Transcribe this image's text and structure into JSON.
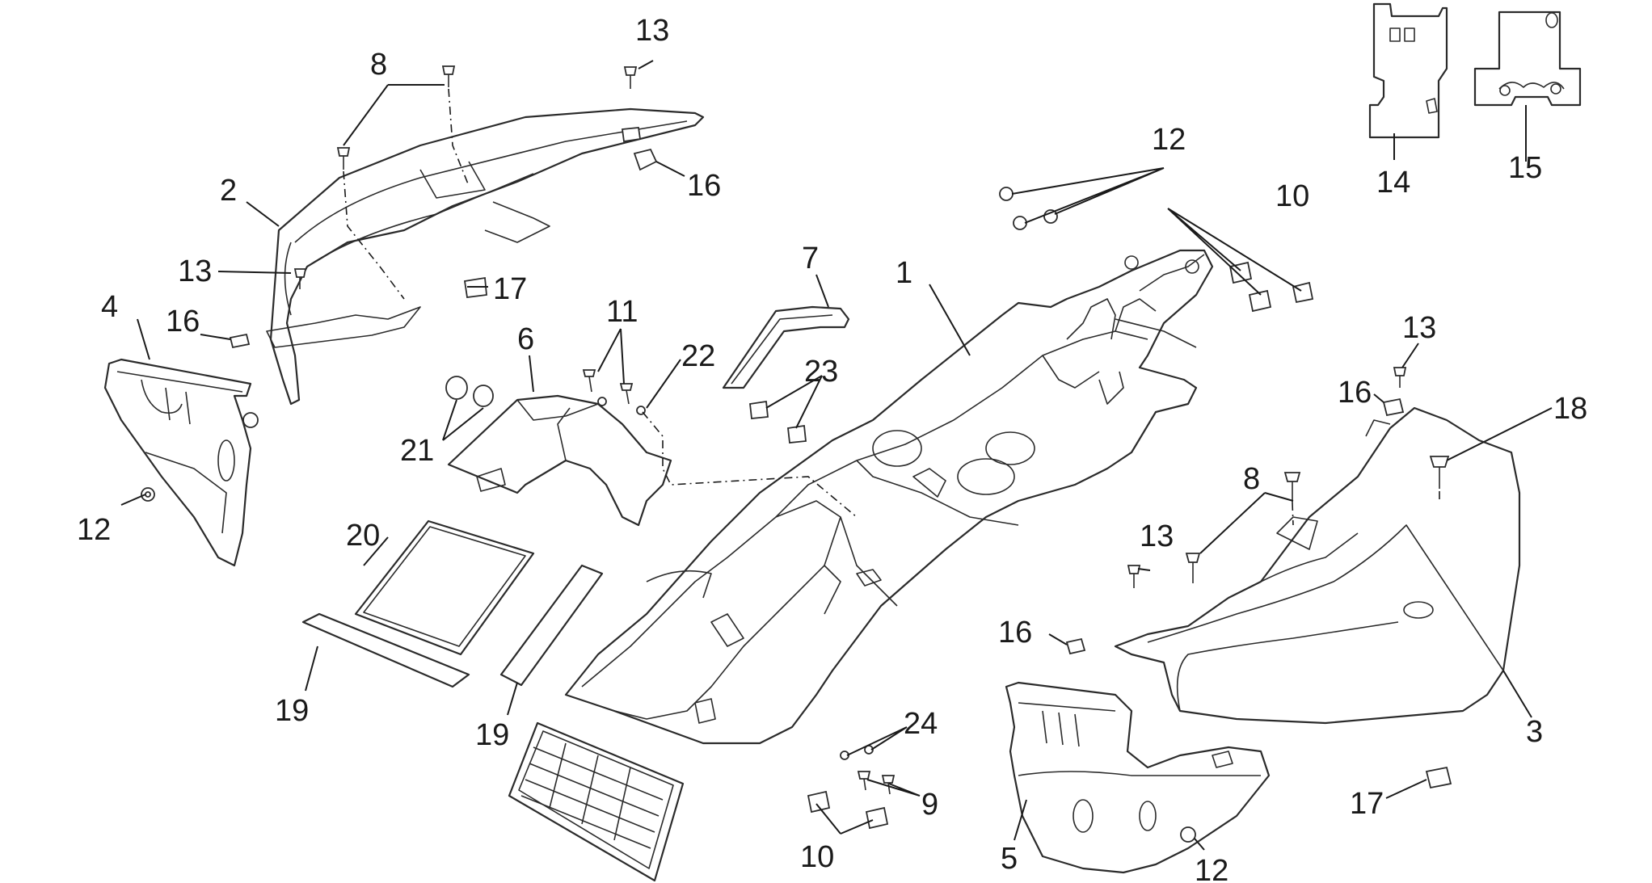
{
  "callouts": {
    "c1": "1",
    "c2": "2",
    "c3": "3",
    "c4": "4",
    "c5": "5",
    "c6": "6",
    "c7": "7",
    "c8a": "8",
    "c8b": "8",
    "c9": "9",
    "c10a": "10",
    "c10b": "10",
    "c11": "11",
    "c12a": "12",
    "c12b": "12",
    "c12c": "12",
    "c13a": "13",
    "c13b": "13",
    "c13c": "13",
    "c13d": "13",
    "c14": "14",
    "c15": "15",
    "c16a": "16",
    "c16b": "16",
    "c16c": "16",
    "c16d": "16",
    "c17a": "17",
    "c17b": "17",
    "c18": "18",
    "c19a": "19",
    "c19b": "19",
    "c20": "20",
    "c21": "21",
    "c22": "22",
    "c23": "23",
    "c24": "24"
  }
}
